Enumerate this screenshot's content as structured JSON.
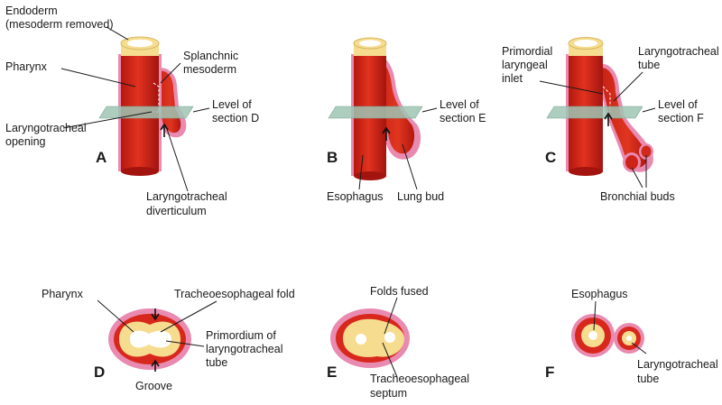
{
  "labels": {
    "endoderm": [
      "Endoderm",
      "(mesoderm removed)"
    ],
    "pharynx_a": "Pharynx",
    "splanchnic": [
      "Splanchnic",
      "mesoderm"
    ],
    "level_d": [
      "Level of",
      "section D"
    ],
    "lt_opening": [
      "Laryngotracheal",
      "opening"
    ],
    "lt_diverticulum": [
      "Laryngotracheal",
      "diverticulum"
    ],
    "level_e": [
      "Level of",
      "section E"
    ],
    "esophagus_b": "Esophagus",
    "lung_bud": "Lung bud",
    "primordial_inlet": [
      "Primordial",
      "laryngeal",
      "inlet"
    ],
    "lt_tube_c": [
      "Laryngotracheal",
      "tube"
    ],
    "level_f": [
      "Level of",
      "section F"
    ],
    "bronchial_buds": "Bronchial buds",
    "pharynx_d": "Pharynx",
    "te_fold": "Tracheoesophageal fold",
    "primordium": [
      "Primordium of",
      "laryngotracheal",
      "tube"
    ],
    "groove": "Groove",
    "folds_fused": "Folds fused",
    "te_septum": [
      "Tracheoesophageal",
      "septum"
    ],
    "esophagus_f": "Esophagus",
    "lt_tube_f": [
      "Laryngotracheal",
      "tube"
    ]
  },
  "panels": [
    "A",
    "B",
    "C",
    "D",
    "E",
    "F"
  ],
  "colors": {
    "tube_red": "#d8271c",
    "tube_dark": "#a3140f",
    "mesoderm_pink": "#e98ab0",
    "endoderm_cream": "#f6dc8f",
    "lumen_white": "#ffffff",
    "section_plane": "#9fc4b4"
  }
}
